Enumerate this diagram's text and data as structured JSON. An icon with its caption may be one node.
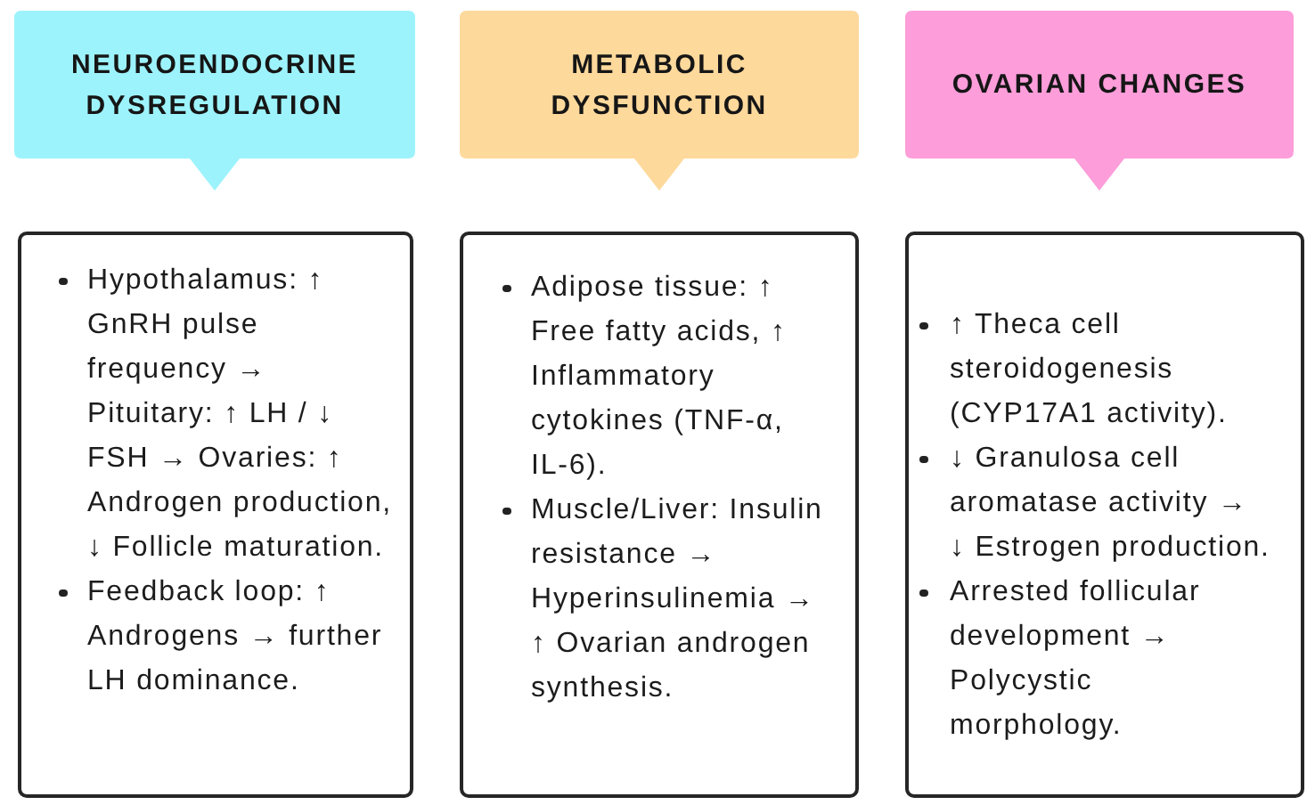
{
  "diagram": {
    "nodes": [
      {
        "text": [
          "NEUROENDOCRINE DYSREGULATION"
        ]
      },
      {
        "text": [
          "METABOLIC DYSFUNCTION"
        ]
      },
      {
        "text": [
          "OVARIAN CHANGES"
        ]
      },
      {
        "text": [
          "Hypothalamus: ↑ GnRH pulse frequency → Pituitary: ↑ LH / ↓ FSH → Ovaries: ↑ Androgen production, ↓ Follicle maturation.",
          "Feedback loop: ↑ Androgens → further LH dominance."
        ]
      },
      {
        "text": [
          "Adipose tissue: ↑ Free fatty acids, ↑ Inflammatory cytokines (TNF-α, IL-6).",
          "Muscle/Liver: Insulin resistance → Hyperinsulinemia → ↑ Ovarian androgen synthesis."
        ]
      },
      {
        "text": [
          "↑ Theca cell steroidogenesis (CYP17A1 activity).",
          "↓ Granulosa cell aromatase activity → ↓ Estrogen production.",
          "Arrested follicular development → Polycystic morphology."
        ]
      }
    ]
  }
}
